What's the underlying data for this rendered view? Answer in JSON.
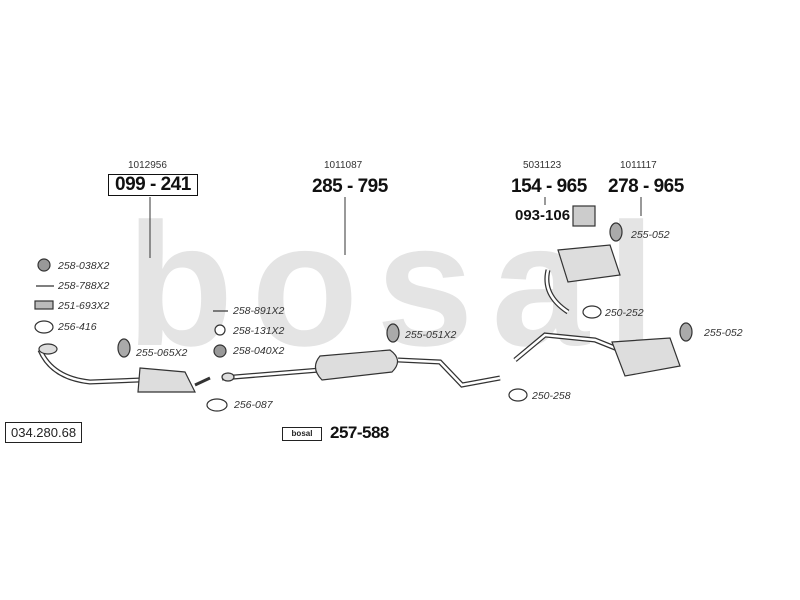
{
  "catalog_number": "034.280.68",
  "brand_logo_text": "bosal",
  "watermark_text": "bosal",
  "kit": {
    "part": "257-588"
  },
  "assemblies": [
    {
      "ref": "1012956",
      "part": "099 - 241"
    },
    {
      "ref": "1011087",
      "part": "285 - 795"
    },
    {
      "ref": "5031123",
      "part": "154 - 965"
    },
    {
      "ref": "1011117",
      "part": "278 - 965"
    }
  ],
  "sub_part": "093-106",
  "parts": {
    "p258038": "258-038X2",
    "p258788": "258-788X2",
    "p251693": "251-693X2",
    "p256416": "256-416",
    "p255065": "255-065X2",
    "p258891": "258-891X2",
    "p258131": "258-131X2",
    "p258040": "258-040X2",
    "p256087": "256-087",
    "p255051": "255-051X2",
    "p250252": "250-252",
    "p255052a": "255-052",
    "p255052b": "255-052",
    "p250258": "250-258"
  }
}
